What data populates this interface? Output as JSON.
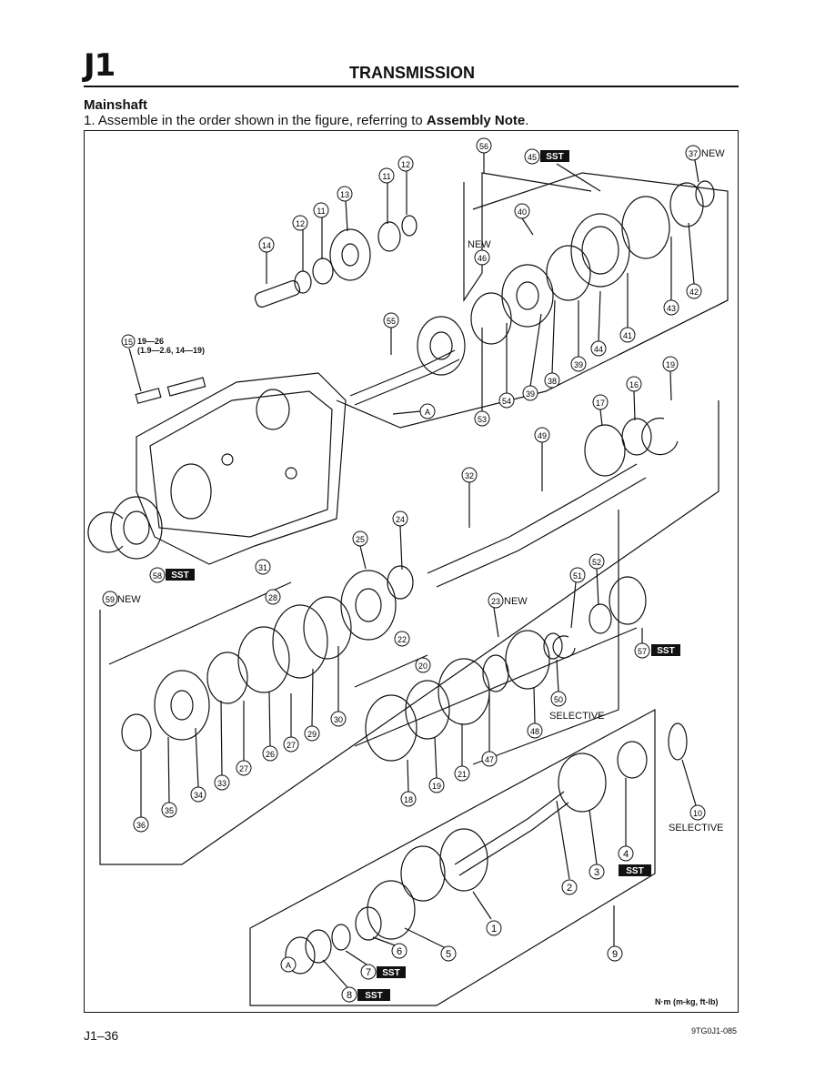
{
  "header": {
    "section": "J1",
    "title": "TRANSMISSION"
  },
  "subheading": "Mainshaft",
  "instruction": {
    "prefix": "1. Assemble in the order shown in the figure, referring to ",
    "bold": "Assembly Note",
    "suffix": "."
  },
  "torque": {
    "line1": "19—26",
    "line2": "(1.9—2.6, 14—19)"
  },
  "labels": {
    "new": "NEW",
    "sst": "SST",
    "selective": "SELECTIVE",
    "a": "A"
  },
  "callouts": [
    "1",
    "2",
    "3",
    "4",
    "5",
    "6",
    "7",
    "8",
    "9",
    "10",
    "11",
    "12",
    "13",
    "14",
    "15",
    "16",
    "17",
    "18",
    "19",
    "20",
    "21",
    "22",
    "23",
    "24",
    "25",
    "26",
    "27",
    "28",
    "29",
    "30",
    "31",
    "32",
    "33",
    "34",
    "35",
    "36",
    "37",
    "38",
    "39",
    "40",
    "41",
    "42",
    "43",
    "44",
    "45",
    "46",
    "47",
    "48",
    "49",
    "50",
    "51",
    "52",
    "53",
    "54",
    "55",
    "56",
    "57",
    "58",
    "59"
  ],
  "units_note": "N·m (m-kg, ft-lb)",
  "footer": {
    "page": "J1–36",
    "code": "9TG0J1-085"
  }
}
